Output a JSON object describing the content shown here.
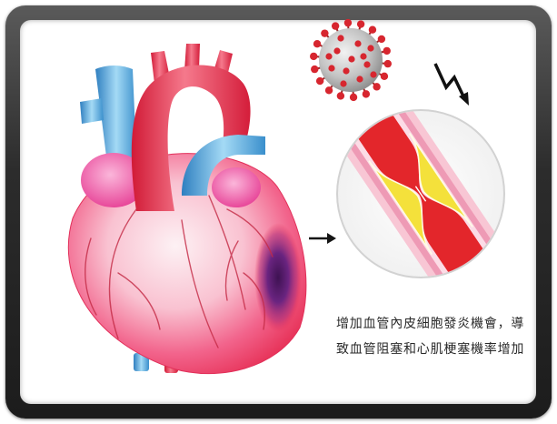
{
  "caption": {
    "line1": "增加血管內皮細胞發炎機會，導",
    "line2": "致血管阻塞和心肌梗塞機率增加"
  },
  "icons": {
    "heart": "heart-illustration",
    "virus": "virus-icon",
    "lightning": "lightning-icon",
    "arrow": "arrow-right-icon",
    "artery": "artery-cross-section"
  },
  "palette": {
    "frame": "#2c2c2c",
    "heart_edge": "#e5294f",
    "vessel_blue": "#3a8fcc",
    "aorta_red": "#e0223f",
    "atrium_pink": "#ee5ba5",
    "infarct_purple": "#5b1f73",
    "lumen_red": "#e3262b",
    "plaque_yellow": "#f4e13b",
    "artery_wall": "#ee9ab5",
    "virus_spike": "#d7262f"
  }
}
